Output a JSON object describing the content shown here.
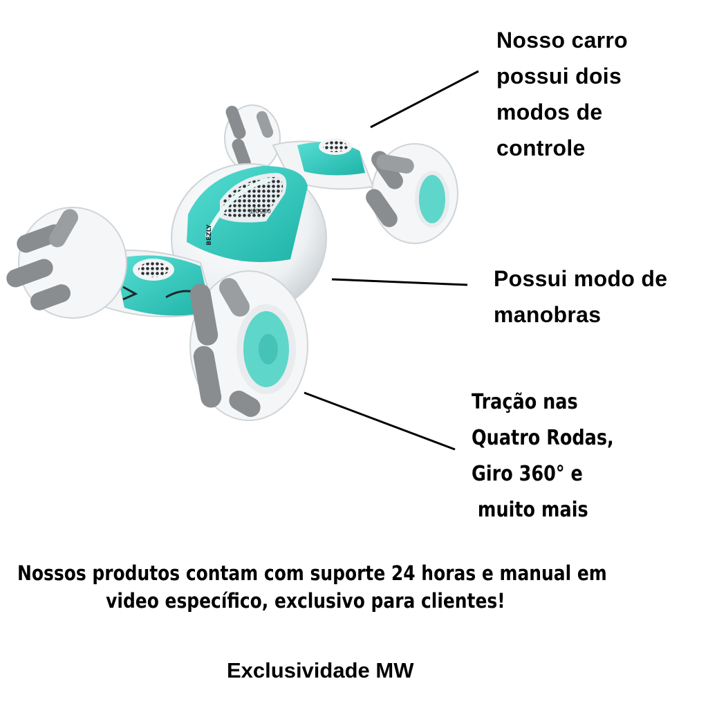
{
  "product_image": {
    "description": "RC stunt car with mecanum-style wheels, white and teal",
    "colors": {
      "body_white": "#f2f4f5",
      "accent_teal": "#2ec9be",
      "roller_gray": "#8a8d90",
      "grille_dark": "#2a2f33"
    },
    "body_label": "0850JT",
    "brand_label": "BEZLY"
  },
  "callouts": [
    {
      "lines": [
        "Nosso carro",
        "possui dois",
        "modos de",
        "controle"
      ]
    },
    {
      "lines": [
        "Possui modo de",
        "manobras"
      ]
    },
    {
      "lines": [
        "Tração nas",
        "Quatro Rodas,",
        "Giro 360° e",
        " muito mais"
      ]
    }
  ],
  "footer": {
    "support_lines": [
      "Nossos produtos contam com suporte 24 horas e manual em",
      "video específico, exclusivo para clientes!"
    ],
    "brand_tagline": "Exclusividade MW"
  }
}
